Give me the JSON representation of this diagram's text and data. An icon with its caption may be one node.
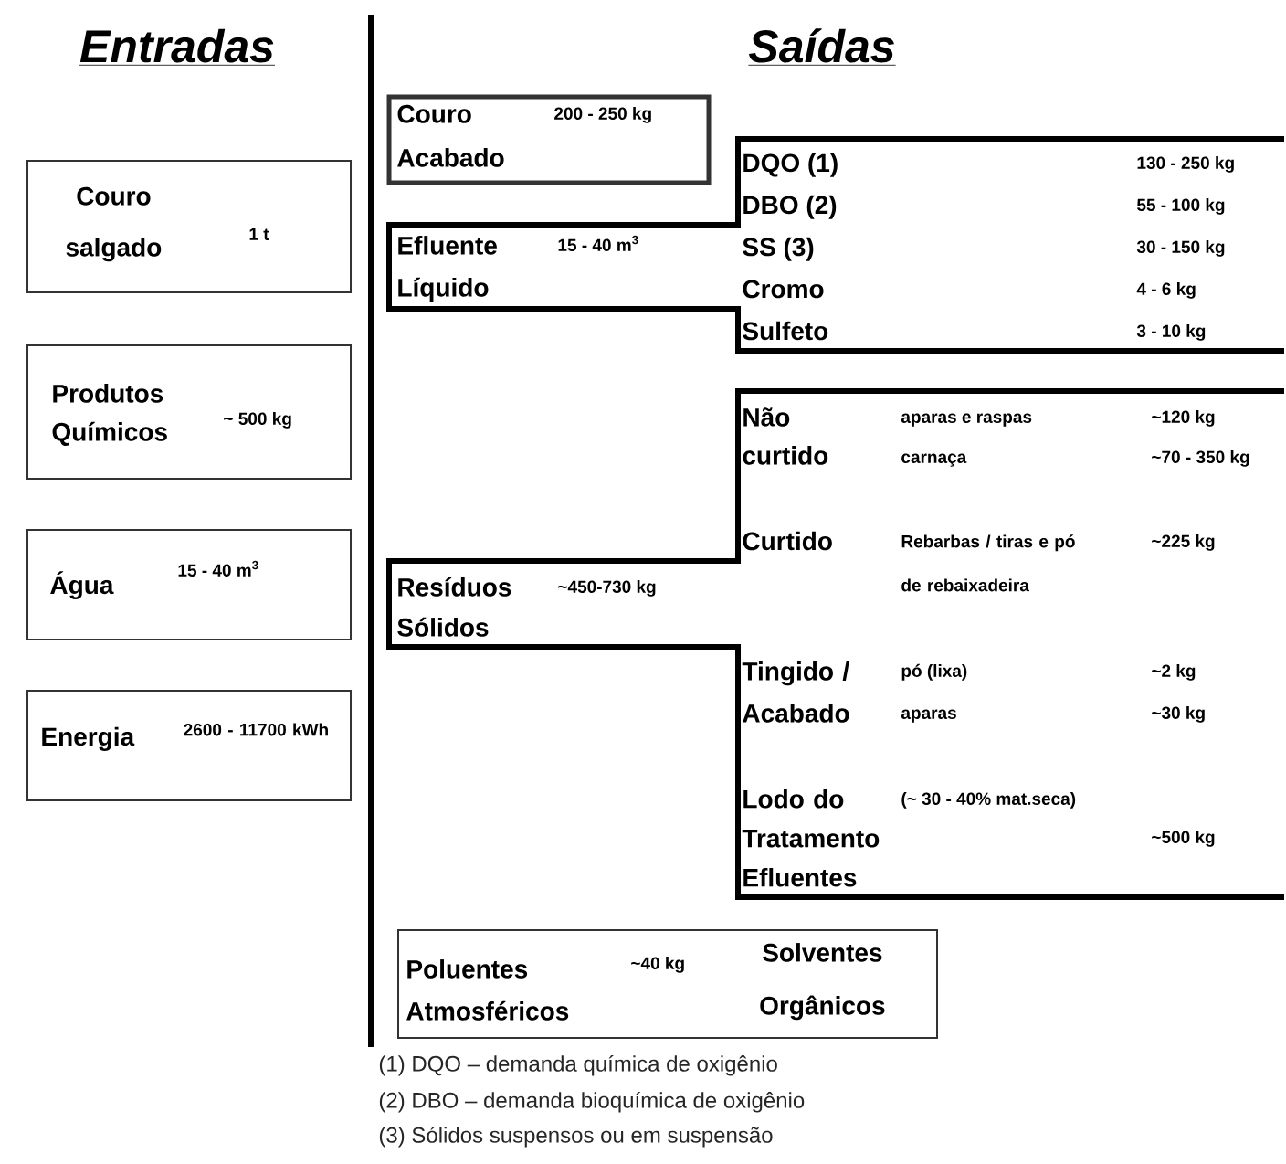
{
  "diagram": {
    "nodes": [
      {
        "text": [
          "Couro salgado",
          "1 t"
        ]
      },
      {
        "text": [
          "Produtos Químicos",
          "~ 500 kg"
        ]
      },
      {
        "text": [
          "Água",
          "15 - 40 m$^{3}$"
        ]
      },
      {
        "text": [
          "Energia",
          "2600 - 11700 kWh"
        ]
      },
      {
        "text": [
          "Couro Acabado",
          "200 - 250 kg"
        ]
      },
      {
        "text": [
          "Efluente Líquido",
          "15 - 40 m$^{3}$",
          "DQO (1)",
          "130 - 250 kg",
          "DBO (2)",
          "55 - 100 kg",
          "SS (3)",
          "30 - 150 kg",
          "Cromo",
          "4 - 6 kg",
          "Sulfeto",
          "3 - 10 kg"
        ]
      },
      {
        "text": [
          "Resíduos Sólidos",
          "~450-730 kg",
          "Não curtido",
          "aparas e raspas",
          "~120 kg",
          "carnaça",
          "~70 - 350 kg",
          "Curtido",
          "Rebarbas / tiras e pó de rebaixadeira",
          "~225 kg",
          "Tingido / Acabado",
          "pó (lixa)",
          "~2 kg",
          "aparas",
          "~30 kg",
          "Lodo do Tratamento Efluentes",
          "(~ 30 - 40% mat.seca)",
          "~500 kg"
        ]
      },
      {
        "text": [
          "Poluentes Atmosféricos",
          "~40 kg",
          "Solventes Orgânicos"
        ]
      }
    ],
    "labels": [
      "Entradas",
      "Saídas",
      "(1) DQO – demanda química de oxigênio",
      "(2) DBO – demanda bioquímica de oxigênio",
      "(3) Sólidos suspensos ou em suspensão"
    ]
  }
}
